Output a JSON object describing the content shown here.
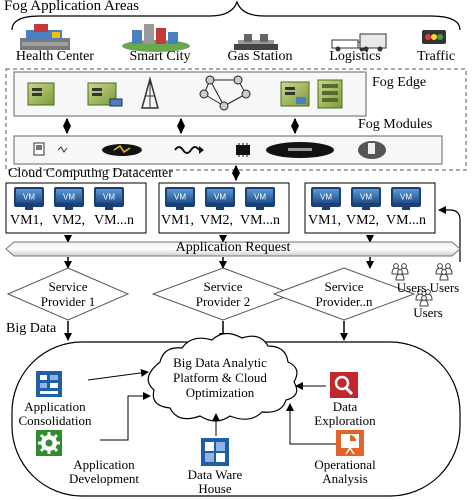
{
  "fog_application_areas": {
    "title": "Fog Application Areas",
    "items": [
      {
        "label": "Health Center",
        "icon": "hospital-icon"
      },
      {
        "label": "Smart City",
        "icon": "city-icon"
      },
      {
        "label": "Gas Station",
        "icon": "gas-station-icon"
      },
      {
        "label": "Logistics",
        "icon": "truck-icon"
      },
      {
        "label": "Traffic",
        "icon": "traffic-light-icon"
      }
    ]
  },
  "fog_edge": {
    "label": "Fog Edge"
  },
  "fog_modules": {
    "label": "Fog Modules"
  },
  "cloud": {
    "title": "Cloud Computing Datacenter",
    "groups": [
      {
        "vm_labels": [
          "VM1,",
          "VM2,",
          "VM...n"
        ]
      },
      {
        "vm_labels": [
          "VM1,",
          "VM2,",
          "VM...n"
        ]
      },
      {
        "vm_labels": [
          "VM1,",
          "VM2,",
          "VM...n"
        ]
      }
    ],
    "vm_icon_text": "VM"
  },
  "application_request": "Application Request",
  "service_providers": [
    {
      "line1": "Service",
      "line2": "Provider 1"
    },
    {
      "line1": "Service",
      "line2": "Provider 2"
    },
    {
      "line1": "Service",
      "line2": "Provider..n"
    }
  ],
  "users": {
    "line1": "Users Users",
    "line2": "Users"
  },
  "big_data": {
    "title": "Big Data",
    "cloud_label": [
      "Big Data Analytic",
      "Platform & Cloud",
      "Optimization"
    ],
    "items": [
      {
        "lines": [
          "Application",
          "Consolidation"
        ],
        "icon": "consolidation-icon"
      },
      {
        "lines": [
          "Application",
          "Development"
        ],
        "icon": "gear-icon"
      },
      {
        "lines": [
          "Data Ware",
          "House"
        ],
        "icon": "data-warehouse-icon"
      },
      {
        "lines": [
          "Operational",
          "Analysis"
        ],
        "icon": "presentation-icon"
      },
      {
        "lines": [
          "Data",
          "Exploration"
        ],
        "icon": "magnifier-icon"
      }
    ]
  },
  "colors": {
    "vm_blue": "#2e6db4",
    "server_green": "#8cab4a",
    "consolidation_blue": "#1f5fa8",
    "gear_green": "#2e8b2e",
    "exploration_red": "#c0282e",
    "analysis_orange": "#e2642a"
  }
}
